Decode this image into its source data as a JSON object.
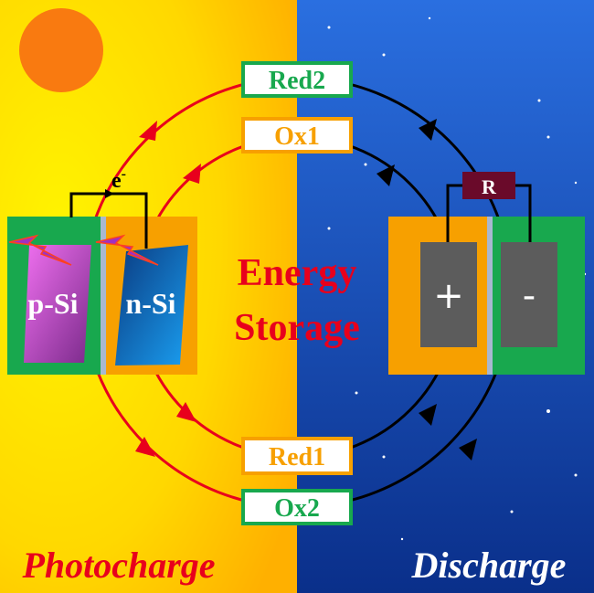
{
  "labels": {
    "red2": "Red2",
    "ox1": "Ox1",
    "red1": "Red1",
    "ox2": "Ox2",
    "electron": "e",
    "electron_sup": "-",
    "p_si": "p-Si",
    "n_si": "n-Si",
    "resistor": "R",
    "plus": "+",
    "minus": "-",
    "center_line1": "Energy",
    "center_line2": "Storage",
    "photocharge": "Photocharge",
    "discharge": "Discharge"
  },
  "colors": {
    "red": "#e8001c",
    "green": "#18a84e",
    "orange": "#f7a000",
    "night": "#0b3a9e",
    "day": "#ffe000"
  }
}
